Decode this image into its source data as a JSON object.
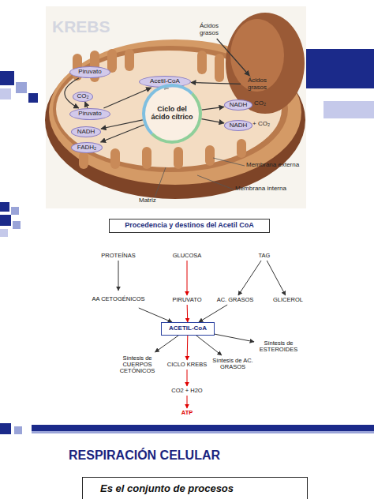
{
  "diagram": {
    "title": "KREBS",
    "nodes": [
      {
        "text": [
          "Piruvato"
        ]
      },
      {
        "text": [
          "Ácidos grasos"
        ]
      },
      {
        "text": [
          "Acetil-CoA"
        ]
      },
      {
        "text": [
          "Ácidos grasos"
        ]
      },
      {
        "text": [
          "CO₂"
        ]
      },
      {
        "text": [
          "Piruvato"
        ]
      },
      {
        "text": [
          "Ciclo del ácido cítrico"
        ]
      },
      {
        "text": [
          "NADH"
        ]
      },
      {
        "text": [
          "NADH"
        ]
      },
      {
        "text": [
          "NADH"
        ]
      },
      {
        "text": [
          "FADH₂"
        ]
      },
      {
        "text": [
          "Procedencia y destinos del Acetil CoA"
        ]
      },
      {
        "text": [
          "PROTEÍNAS"
        ]
      },
      {
        "text": [
          "GLUCOSA"
        ]
      },
      {
        "text": [
          "TAG"
        ]
      },
      {
        "text": [
          "AA CETOGÉNICOS"
        ]
      },
      {
        "text": [
          "PIRUVATO"
        ]
      },
      {
        "text": [
          "AC. GRASOS"
        ]
      },
      {
        "text": [
          "GLICEROL"
        ]
      },
      {
        "text": [
          "ACETIL-CoA"
        ]
      },
      {
        "text": [
          "Síntesis de CUERPOS CETÓNICOS"
        ]
      },
      {
        "text": [
          "CICLO KREBS"
        ]
      },
      {
        "text": [
          "Síntesis de AC. GRASOS"
        ]
      },
      {
        "text": [
          "Síntesis de ESTEROIDES"
        ]
      },
      {
        "text": [
          "CO2 + H2O"
        ]
      },
      {
        "text": [
          "ATP"
        ]
      },
      {
        "text": [
          "Es el conjunto de procesos"
        ]
      }
    ],
    "edges": [
      {
        "from": 0,
        "to": 5,
        "arrow": "to"
      },
      {
        "from": 5,
        "to": 4,
        "arrow": "to"
      },
      {
        "from": 5,
        "to": 2,
        "arrow": "to"
      },
      {
        "from": 1,
        "to": 3,
        "arrow": "to"
      },
      {
        "from": 3,
        "to": 2,
        "arrow": "to"
      },
      {
        "from": 2,
        "to": 6,
        "arrow": "to"
      },
      {
        "from": 6,
        "to": 7,
        "arrow": "to"
      },
      {
        "from": 6,
        "to": 9,
        "arrow": "to"
      },
      {
        "from": 6,
        "to": 8,
        "arrow": "to"
      },
      {
        "from": 6,
        "to": 10,
        "arrow": "to"
      },
      {
        "from": 12,
        "to": 15,
        "arrow": "to"
      },
      {
        "from": 13,
        "to": 16,
        "arrow": "to"
      },
      {
        "from": 14,
        "to": 17,
        "arrow": "to"
      },
      {
        "from": 14,
        "to": 18,
        "arrow": "to"
      },
      {
        "from": 15,
        "to": 19,
        "arrow": "to"
      },
      {
        "from": 16,
        "to": 19,
        "arrow": "to"
      },
      {
        "from": 17,
        "to": 19,
        "arrow": "to"
      },
      {
        "from": 19,
        "to": 20,
        "arrow": "to"
      },
      {
        "from": 19,
        "to": 21,
        "arrow": "to"
      },
      {
        "from": 19,
        "to": 22,
        "arrow": "to"
      },
      {
        "from": 19,
        "to": 23,
        "arrow": "to"
      },
      {
        "from": 21,
        "to": 24,
        "arrow": "to"
      },
      {
        "from": 24,
        "to": 25,
        "arrow": "to"
      }
    ],
    "labels": [
      "CO₂",
      "+ CO₂",
      "Membrana externa",
      "Membrana interna",
      "Matriz",
      "RESPIRACIÓN CELULAR"
    ]
  }
}
